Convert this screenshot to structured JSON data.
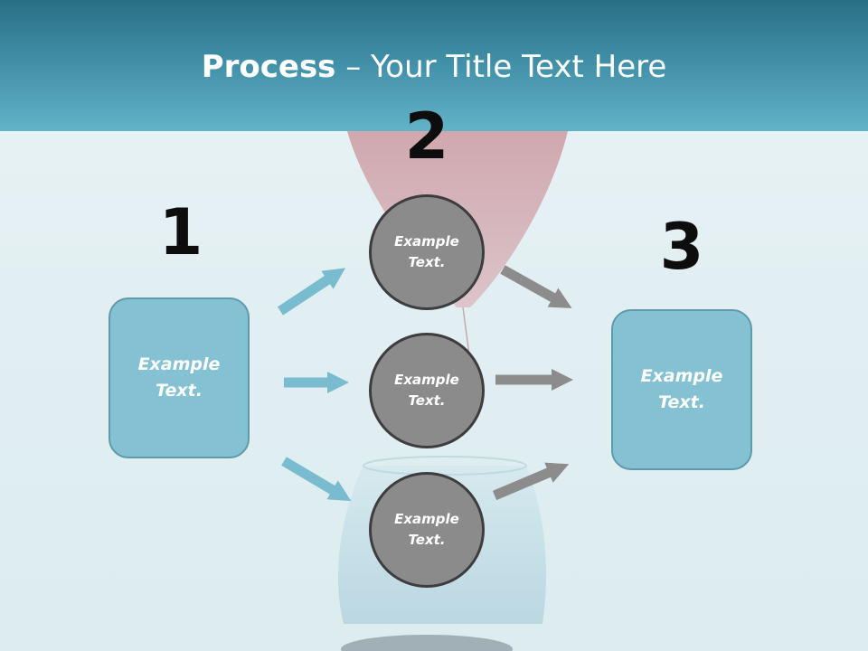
{
  "title": {
    "bold": "Process",
    "rest": " – Your Title Text Here"
  },
  "steps": {
    "one": "1",
    "two": "2",
    "three": "3"
  },
  "left_box": {
    "text": "Example\nText."
  },
  "right_box": {
    "text": "Example\nText."
  },
  "circles": [
    {
      "text": "Example\nText."
    },
    {
      "text": "Example\nText."
    },
    {
      "text": "Example\nText."
    }
  ],
  "colors": {
    "header_top": "#2a6e84",
    "header_bottom": "#62b2c8",
    "box_fill": "#84c2d3",
    "box_border": "#5f9aab",
    "circle_fill": "#8b8b8b",
    "circle_border": "#3d3d3d",
    "arrow_blue": "#79bcd0",
    "arrow_gray": "#8c8c8c"
  }
}
